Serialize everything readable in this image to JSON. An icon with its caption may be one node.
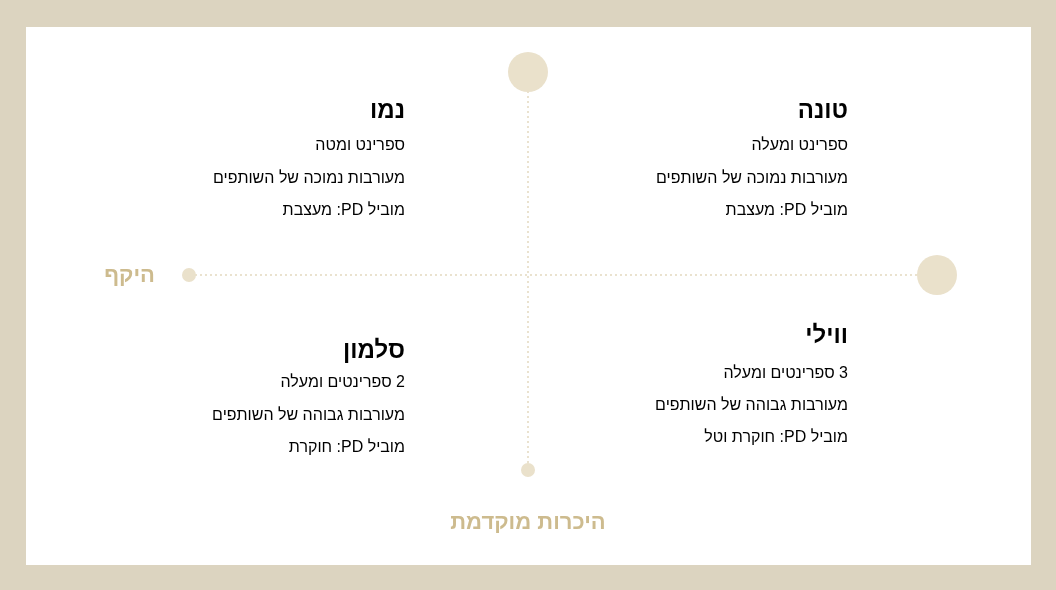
{
  "diagram": {
    "labels": [
      "טונה",
      "ספרינט ומעלה",
      "מעורבות נמוכה של השותפים",
      "מוביל PD: מעצבת",
      "נמו",
      "ספרינט ומטה",
      "מעורבות נמוכה של השותפים",
      "מוביל PD: מעצבת",
      "היקף",
      "ווילי",
      "3 ספרינטים ומעלה",
      "מעורבות גבוהה של השותפים",
      "מוביל PD: חוקרת וטל",
      "סלמון",
      "2 ספרינטים ומעלה",
      "מעורבות גבוהה של השותפים",
      "מוביל PD: חוקרת",
      "היכרות מוקדמת"
    ]
  }
}
